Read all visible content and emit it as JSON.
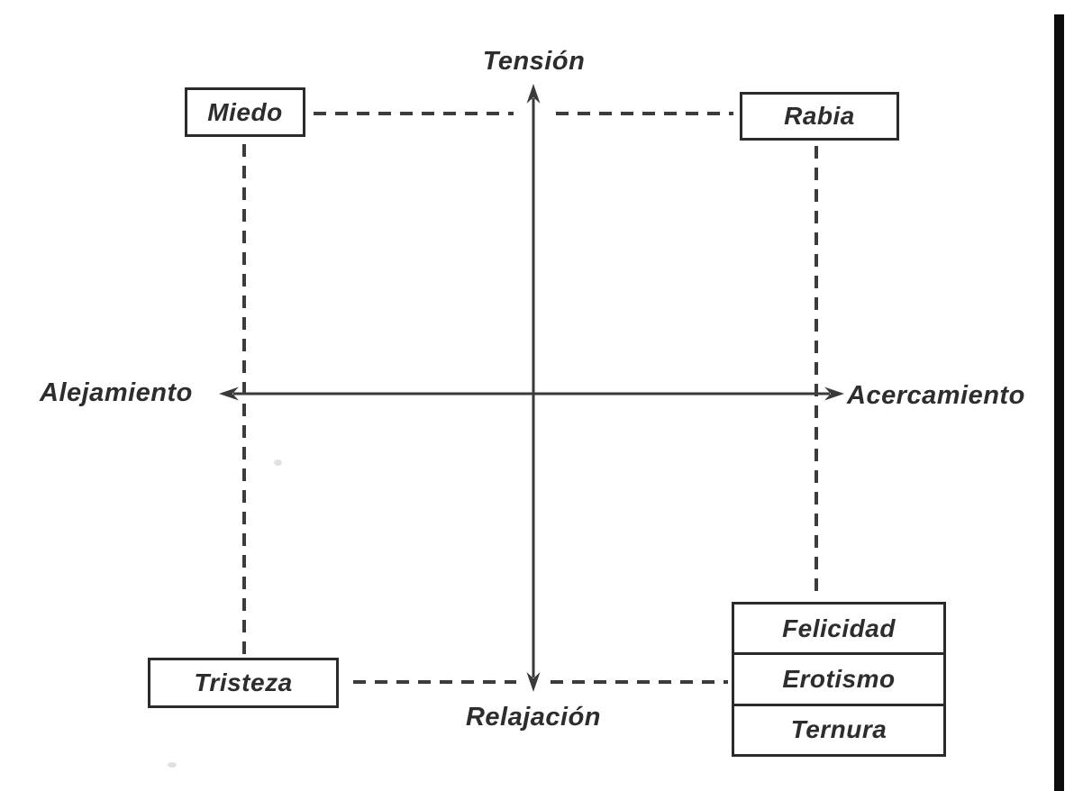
{
  "axes": {
    "vertical": {
      "top_label": "Tensión",
      "bottom_label": "Relajación"
    },
    "horizontal": {
      "left_label": "Alejamiento",
      "right_label": "Acercamiento"
    }
  },
  "boxes": {
    "miedo": "Miedo",
    "rabia": "Rabia",
    "tristeza": "Tristeza",
    "stack": [
      "Felicidad",
      "Erotismo",
      "Ternura"
    ]
  },
  "colors": {
    "ink": "#2d2d2d",
    "line": "#3a3a3a",
    "background": "#ffffff",
    "scan_edge_bar": "#0c0c0c"
  }
}
